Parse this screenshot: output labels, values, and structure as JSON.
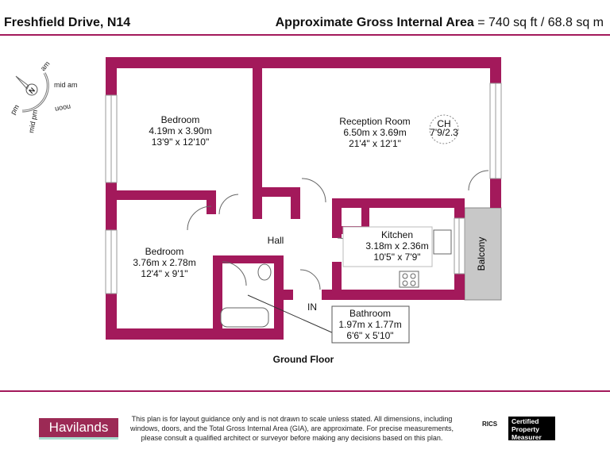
{
  "header": {
    "title": "Freshfield Drive, N14",
    "area_label": "Approximate Gross Internal Area",
    "area_value": "= 740 sq ft / 68.8 sq m"
  },
  "compass": {
    "north": "N",
    "labels": [
      "am",
      "mid am",
      "noon",
      "mid pm",
      "pm"
    ]
  },
  "rooms": [
    {
      "name": "Bedroom",
      "metric": "4.19m x 3.90m",
      "imperial": "13'9\" x 12'10\""
    },
    {
      "name": "Reception Room",
      "metric": "6.50m x 3.69m",
      "imperial": "21'4\" x 12'1\""
    },
    {
      "name": "Bedroom",
      "metric": "3.76m x 2.78m",
      "imperial": "12'4\" x 9'1\""
    },
    {
      "name": "Kitchen",
      "metric": "3.18m x 2.36m",
      "imperial": "10'5\" x 7'9\""
    },
    {
      "name": "Bathroom",
      "metric": "1.97m x 1.77m",
      "imperial": "6'6\" x 5'10\""
    }
  ],
  "hall": "Hall",
  "balcony": "Balcony",
  "entrance": "IN",
  "ceiling": {
    "label": "CH",
    "value": "7'9/2.3"
  },
  "floor_name": "Ground Floor",
  "colors": {
    "walls": "#a3195b",
    "balcony": "#c8c8c8",
    "brand": "#9c2a55"
  },
  "footer": {
    "brand": "Havilands",
    "disclaimer": "This plan is for layout guidance only and is not drawn to scale unless stated. All dimensions, including windows, doors, and the Total Gross Internal Area (GIA), are approximate. For precise measurements, please consult a qualified architect or surveyor before making any decisions based on this plan.",
    "rics": "RICS",
    "certified": "Certified Property Measurer"
  }
}
